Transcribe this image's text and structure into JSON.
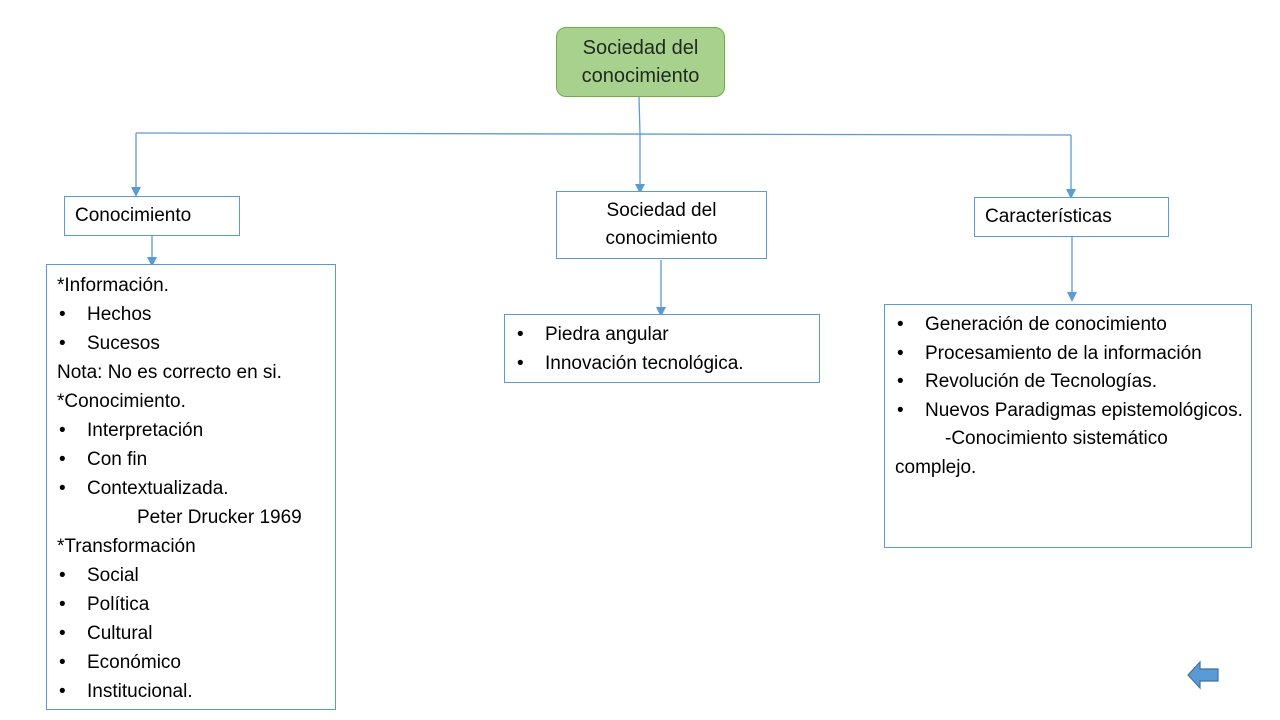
{
  "root": {
    "line1": "Sociedad del",
    "line2": "conocimiento"
  },
  "branches": {
    "left": {
      "title": "Conocimiento"
    },
    "center": {
      "line1": "Sociedad del",
      "line2": "conocimiento"
    },
    "right": {
      "title": "Características"
    }
  },
  "left_details": {
    "h1": "*Información.",
    "items1": [
      "Hechos",
      "Sucesos"
    ],
    "note": "Nota: No es correcto en si.",
    "h2": "*Conocimiento.",
    "items2": [
      "Interpretación",
      "Con fin",
      "Contextualizada."
    ],
    "author": "Peter Drucker 1969",
    "h3": "*Transformación",
    "items3": [
      "Social",
      "Política",
      "Cultural",
      "Económico",
      "Institucional."
    ]
  },
  "center_details": {
    "items": [
      "Piedra angular",
      "Innovación tecnológica."
    ]
  },
  "right_details": {
    "items": [
      "Generación de conocimiento",
      "Procesamiento de la información",
      "Revolución de Tecnologías.",
      "Nuevos Paradigmas epistemológicos."
    ],
    "sub1": "-Conocimiento sistemático",
    "sub2": "complejo."
  },
  "colors": {
    "root_fill": "#a9d18e",
    "border": "#5b9bd5",
    "arrow": "#5b9bd5"
  },
  "icons": {
    "back": "back-arrow-icon"
  }
}
